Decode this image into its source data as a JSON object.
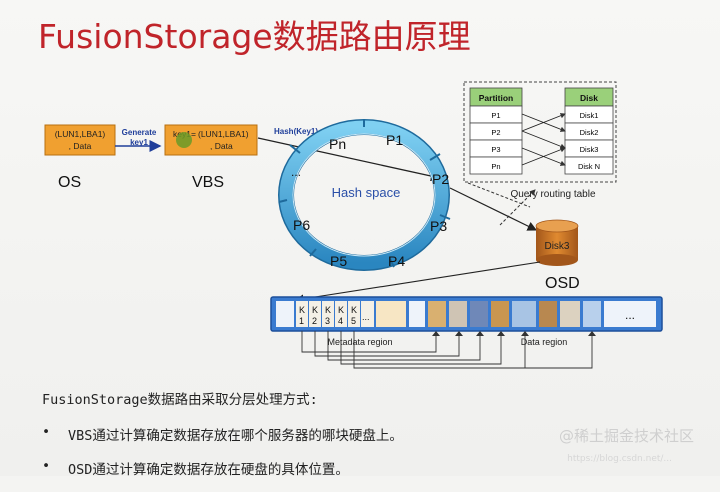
{
  "title": "FusionStorage数据路由原理",
  "os_box": {
    "line1": "(LUN1,LBA1)",
    "line2": ", Data",
    "caption": "OS"
  },
  "generate_label": {
    "line1": "Generate",
    "line2": "key1"
  },
  "vbs_box": {
    "prefix": "key1=",
    "line1": "(LUN1,LBA1)",
    "line2": ", Data",
    "caption": "VBS"
  },
  "hash_label": "Hash(Key1)",
  "ring": {
    "center": "Hash space",
    "partitions": [
      "Pn",
      "P1",
      "P2",
      "P3",
      "P4",
      "P5",
      "P6"
    ],
    "ellipsis": "..."
  },
  "routing_table": {
    "caption": "Query routing table",
    "partition_header": "Partition",
    "partition_rows": [
      "P1",
      "P2",
      "P3",
      "Pn"
    ],
    "disk_header": "Disk",
    "disk_rows": [
      "Disk1",
      "Disk2",
      "Disk3",
      "Disk N"
    ]
  },
  "disk3": {
    "label": "Disk3",
    "caption": "OSD"
  },
  "strip": {
    "keys": [
      {
        "top": "K",
        "bottom": "1"
      },
      {
        "top": "K",
        "bottom": "2"
      },
      {
        "top": "K",
        "bottom": "3"
      },
      {
        "top": "K",
        "bottom": "4"
      },
      {
        "top": "K",
        "bottom": "5"
      }
    ],
    "dots": "...",
    "end": "...",
    "metadata_label": "Metadata region",
    "data_label": "Data region"
  },
  "text": {
    "intro": "FusionStorage数据路由采取分层处理方式:",
    "bullets": [
      "VBS通过计算确定数据存放在哪个服务器的哪块硬盘上。",
      "OSD通过计算确定数据存放在硬盘的具体位置。"
    ],
    "bullet_glyph": "•"
  },
  "watermark": "@稀土掘金技术社区",
  "watermark_small": "https://blog.csdn.net/...",
  "colors": {
    "title": "#c0242a",
    "box": "#f0a030",
    "ring": "#3aa6d8",
    "disk": "#c8701a",
    "table_header": "#9ad07a",
    "strip": "#2e6fc0"
  }
}
